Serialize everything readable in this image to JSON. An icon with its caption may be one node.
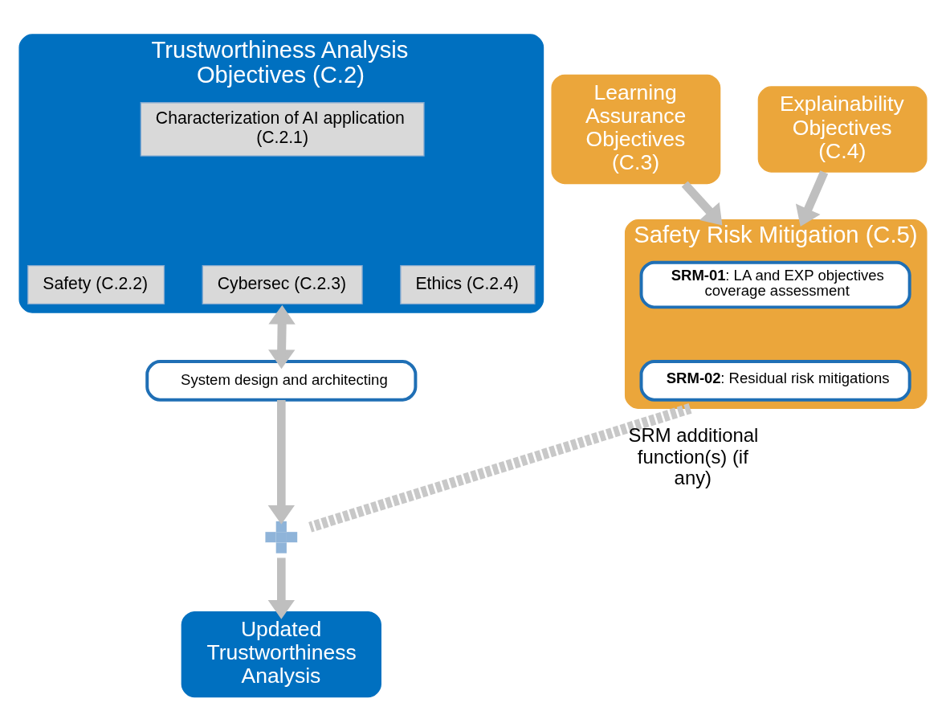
{
  "diagram": {
    "nodes": [
      {
        "text": [
          "Trustworthiness Analysis Objectives (C.2)"
        ]
      },
      {
        "text": [
          "Characterization of AI application (C.2.1)"
        ],
        "in": 0
      },
      {
        "text": [
          "Safety (C.2.2)"
        ],
        "in": 0
      },
      {
        "text": [
          "Cybersec (C.2.3)"
        ],
        "in": 0
      },
      {
        "text": [
          "Ethics (C.2.4)"
        ],
        "in": 0
      },
      {
        "text": [
          "Learning Assurance Objectives (C.3)"
        ]
      },
      {
        "text": [
          "Explainability Objectives (C.4)"
        ]
      },
      {
        "text": [
          "System design and architecting"
        ]
      },
      {
        "text": [
          "Safety Risk Mitigation (C.5)"
        ]
      },
      {
        "text": [
          "**SRM-01**: LA and EXP objectives coverage assessment"
        ],
        "in": 8
      },
      {
        "text": [
          "**SRM-02**: Residual risk mitigations"
        ],
        "in": 8
      },
      {
        "text": [],
        "shape": "cross"
      },
      {
        "text": [
          "Updated Trustworthiness Analysis"
        ]
      }
    ],
    "edges": [
      {
        "from": 0,
        "to": 7,
        "arrow": "to"
      },
      {
        "from": 7,
        "to": 0,
        "arrow": "to"
      },
      {
        "from": 5,
        "to": 8,
        "arrow": "to"
      },
      {
        "from": 6,
        "to": 8,
        "arrow": "to"
      },
      {
        "from": 7,
        "to": 11,
        "arrow": "to"
      },
      {
        "from": 11,
        "to": 12,
        "arrow": "to"
      },
      {
        "from": 8,
        "to": 11,
        "arrow": "none",
        "label": "SRM additional function(s) (if any)",
        "style": "dashed"
      }
    ]
  }
}
